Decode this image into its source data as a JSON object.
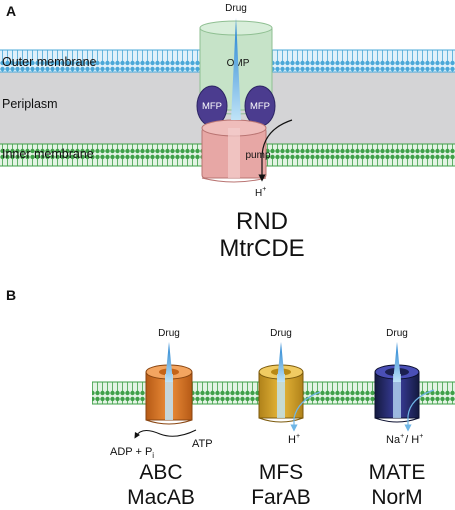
{
  "panel_a": {
    "letter": "A",
    "drug": "Drug",
    "outer_membrane": "Outer membrane",
    "periplasm": "Periplasm",
    "inner_membrane": "Inner membrane",
    "omp": "OMP",
    "mfp_left": "MFP",
    "mfp_right": "MFP",
    "pump": "pump",
    "proton_base": "H",
    "proton_sup": "+",
    "family": "RND",
    "name": "MtrCDE"
  },
  "panel_b": {
    "letter": "B",
    "abc": {
      "drug": "Drug",
      "adp": "ADP + P",
      "adp_sub": "i",
      "atp": "ATP",
      "family": "ABC",
      "name": "MacAB"
    },
    "mfs": {
      "drug": "Drug",
      "proton_base": "H",
      "proton_sup": "+",
      "family": "MFS",
      "name": "FarAB"
    },
    "mate": {
      "drug": "Drug",
      "ion_base": "Na",
      "ion_sup": "+",
      "ion_sep": "/ H",
      "ion_sup2": "+",
      "family": "MATE",
      "name": "NorM"
    }
  },
  "colors": {
    "outer_membrane": "#4aa8d8",
    "inner_membrane": "#3fa048",
    "periplasm": "#d4d4d6",
    "omp": "#c6e3c8",
    "mfp": "#4b3c8f",
    "pump": "#e7a7a5",
    "drug_arrow": "#2f8fd8",
    "abc": "#e07a28",
    "mfs": "#d6a226",
    "mate": "#25306e"
  }
}
